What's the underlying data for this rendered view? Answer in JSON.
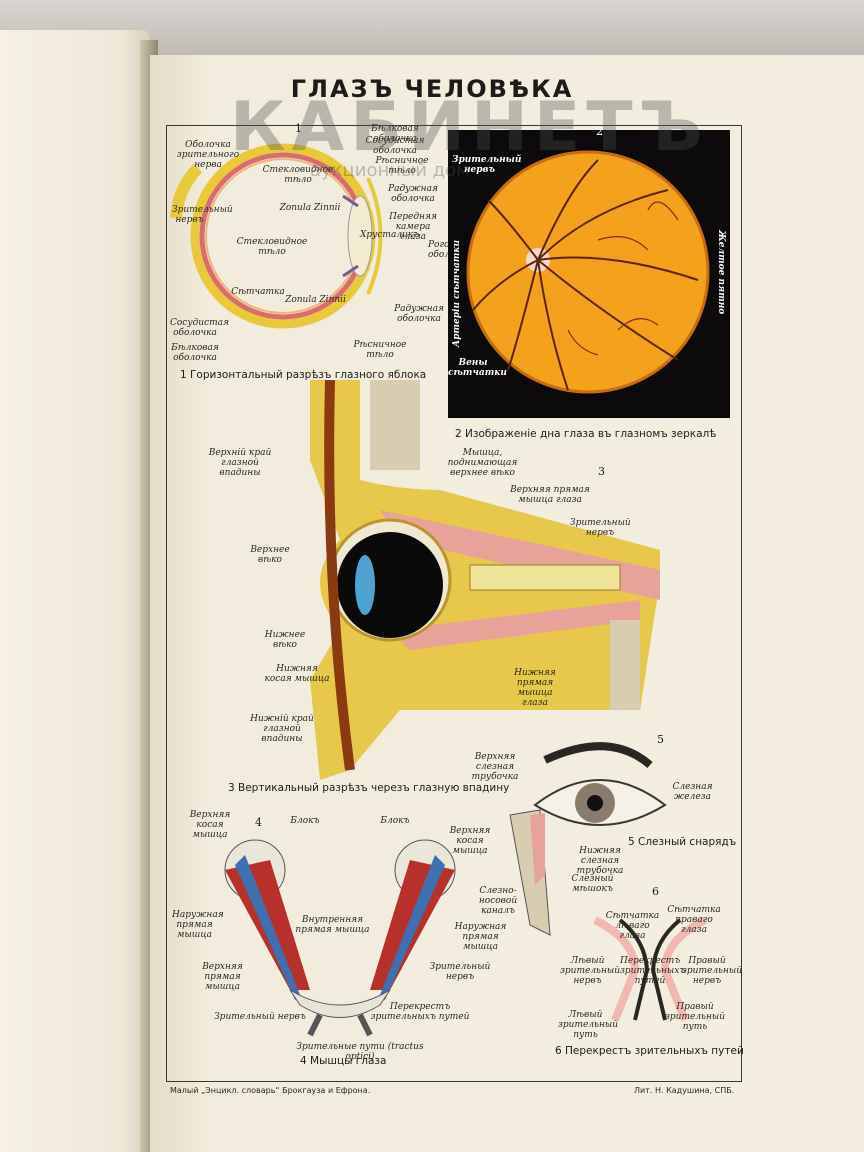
{
  "watermark": {
    "text": "КАБИНЕТЪ",
    "subtext": "аукционный дом"
  },
  "plate": {
    "title": "ГЛАЗЪ ЧЕЛОВѢКА"
  },
  "figures": {
    "fig1": {
      "number": "1",
      "caption": "1 Горизонтальный разрѣзъ глазного яблока",
      "labels": [
        "Бѣлковая оболочка",
        "Сосудистая оболочка",
        "Рѣсничное тѣло",
        "Радужная оболочка",
        "Оболочка зрительного нерва",
        "Зрительный нервъ",
        "Zonula Zinnii",
        "Передняя камера глаза",
        "Хрусталикъ",
        "Роговая оболочка",
        "Стекловидное тѣло",
        "Сѣтчатка",
        "Zonula Zinnii",
        "Радужная оболочка",
        "Сосудистая оболочка",
        "Бѣлковая оболочка",
        "Рѣсничное тѣло"
      ]
    },
    "fig2": {
      "number": "2",
      "caption": "2 Изображеніе дна глаза въ глазномъ зеркалѣ",
      "labels": [
        "Зрительный нервъ",
        "Артеріи сѣтчатки",
        "Вены сѣтчатки",
        "Желтое пятно"
      ]
    },
    "fig3": {
      "number": "3",
      "caption": "3 Вертикальный разрѣзъ черезъ глазную впадину",
      "labels": [
        "Верхній край глазной впадины",
        "Мышца, поднимающая верхнее вѣко",
        "Верхняя прямая мышца глаза",
        "Зрительный нервъ",
        "Верхнее вѣко",
        "Нижнее вѣко",
        "Нижняя косая мышца",
        "Нижняя прямая мышца глаза",
        "Нижній край глазной впадины"
      ]
    },
    "fig4": {
      "number": "4",
      "caption": "4 Мышцы глаза",
      "labels": [
        "Верхняя косая мышца",
        "Блокъ",
        "Блокъ",
        "Верхняя косая мышца",
        "Наружная прямая мышца",
        "Внутренняя прямая мышца",
        "Наружная прямая мышца",
        "Верхняя прямая мышца",
        "Зрительный нервъ",
        "Зрительный нервъ",
        "Перекрестъ зрительныхъ путей",
        "Зрительные пути (tractus optici)"
      ]
    },
    "fig5": {
      "number": "5",
      "caption": "5 Слезный снарядъ",
      "labels": [
        "Верхняя слезная трубочка",
        "Слезная железа",
        "Нижняя слезная трубочка",
        "Слезный мѣшокъ",
        "Слезно-носовой каналъ"
      ]
    },
    "fig6": {
      "number": "6",
      "caption": "6 Перекрестъ зрительныхъ путей",
      "labels": [
        "Сѣтчатка лѣваго глаза",
        "Сѣтчатка праваго глаза",
        "Лѣвый зрительный нервъ",
        "Перекрестъ зрительныхъ путей",
        "Правый зрительный нервъ",
        "Лѣвый зрительный путь",
        "Правый зрительный путь"
      ]
    }
  },
  "footer": {
    "left": "Малый „Энцикл. словарь“ Брокгауза и Ефрона.",
    "right": "Лит. Н. Кадушина, СПБ."
  }
}
